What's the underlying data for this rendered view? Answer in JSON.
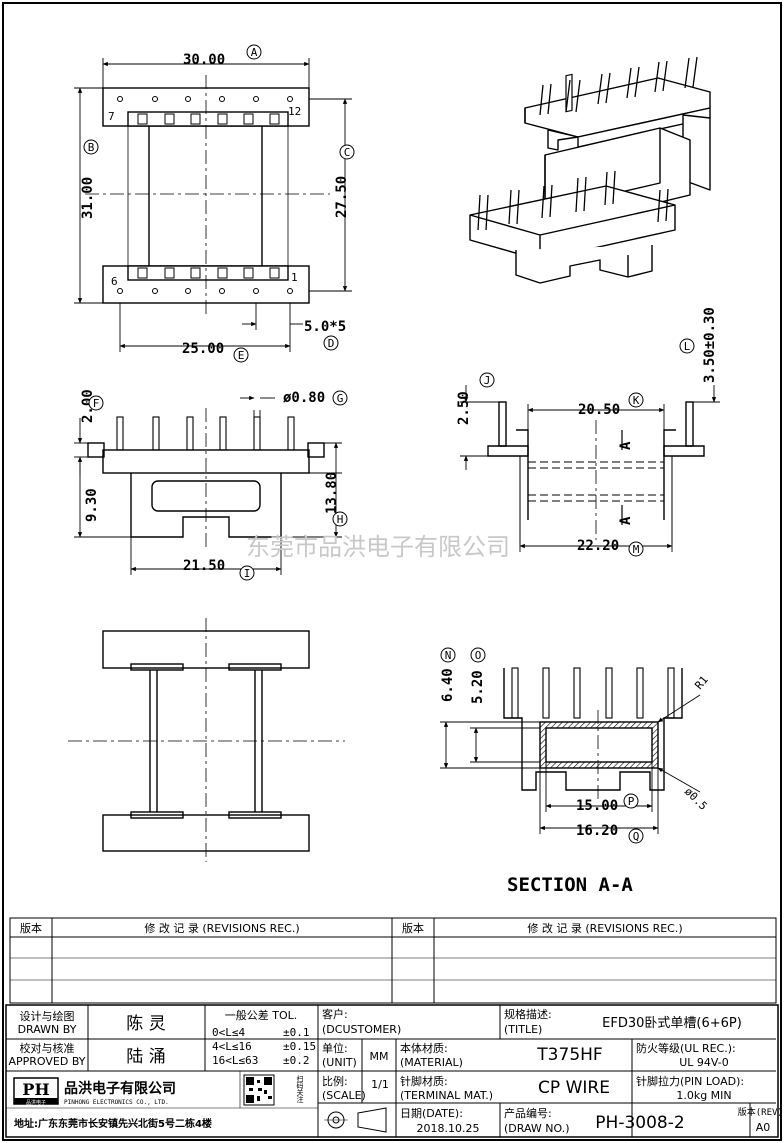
{
  "watermark": "东莞市品洪电子有限公司",
  "section_title": "SECTION   A-A",
  "section_marks": [
    "A",
    "A"
  ],
  "pin_labels": {
    "p7": "7",
    "p12": "12",
    "p6": "6",
    "p1": "1"
  },
  "dims": {
    "A": "30.00",
    "B": "31.00",
    "C": "27.50",
    "D": "5.0*5",
    "E": "25.00",
    "F": "2.00",
    "G": "ø0.80",
    "H": "13.80",
    "I": "21.50",
    "J": "2.50",
    "K": "20.50",
    "L": "3.50±0.30",
    "M": "22.20",
    "N": "6.40",
    "O": "5.20",
    "P": "15.00",
    "Q": "16.20",
    "base": "9.30",
    "R1": "R1",
    "D05": "ø0.5"
  },
  "balloons": [
    "A",
    "B",
    "C",
    "D",
    "E",
    "F",
    "G",
    "H",
    "I",
    "J",
    "K",
    "L",
    "M",
    "N",
    "O",
    "P",
    "Q"
  ],
  "revisions": {
    "version_header": "版本",
    "record_header": "修 改 记 录 (REVISIONS REC.)"
  },
  "title_block": {
    "drawn_label_cn": "设计与绘图",
    "drawn_label_en": "DRAWN BY",
    "drawn_name": "陈 灵",
    "approved_label_cn": "校对与核准",
    "approved_label_en": "APPROVED BY",
    "approved_name": "陆 涌",
    "tol_title": "一般公差 TOL.",
    "tol_rows": [
      {
        "range": "0<L≤4",
        "tol": "±0.1"
      },
      {
        "range": "4<L≤16",
        "tol": "±0.15"
      },
      {
        "range": "16<L≤63",
        "tol": "±0.2"
      }
    ],
    "customer_label": "客户:",
    "customer_en": "(DCUSTOMER)",
    "spec_label": "规格描述:",
    "spec_en": "(TITLE)",
    "spec_value": "EFD30卧式单槽(6+6P)",
    "unit_label": "单位:",
    "unit_en": "(UNIT)",
    "unit_value": "MM",
    "material_label": "本体材质:",
    "material_en": "(MATERIAL)",
    "material_value": "T375HF",
    "ul_label": "防火等级(UL REC.):",
    "ul_value": "UL 94V-0",
    "scale_label": "比例:",
    "scale_en": "(SCALE)",
    "scale_value": "1/1",
    "terminal_label": "针脚材质:",
    "terminal_en": "(TERMINAL MAT.)",
    "terminal_value": "CP WIRE",
    "pinload_label": "针脚拉力(PIN LOAD):",
    "pinload_value": "1.0kg MIN",
    "date_label": "日期(DATE):",
    "date_value": "2018.10.25",
    "drawno_label": "产品编号:",
    "drawno_en": "(DRAW NO.)",
    "drawno_value": "PH-3008-2",
    "rev_label": "版本(REV):",
    "rev_value": "A0",
    "company_cn": "品洪电子有限公司",
    "company_en": "PINHONG ELECTRONICS CO., LTD.",
    "logo_text": "PH",
    "logo_sub": "品洪电子",
    "address": "地址:广东东莞市长安镇先兴北街5号二栋4楼",
    "qr_caption": "扫码关注"
  }
}
